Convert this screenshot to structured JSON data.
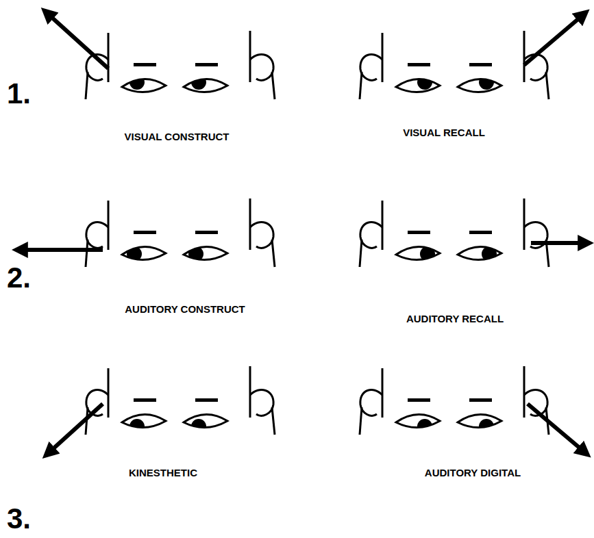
{
  "diagram": {
    "labels": [
      "1.",
      "VISUAL CONSTRUCT",
      "VISUAL RECALL",
      "2.",
      "AUDITORY CONSTRUCT",
      "AUDITORY RECALL",
      "KINESTHETIC",
      "AUDITORY DIGITAL",
      "3."
    ]
  }
}
